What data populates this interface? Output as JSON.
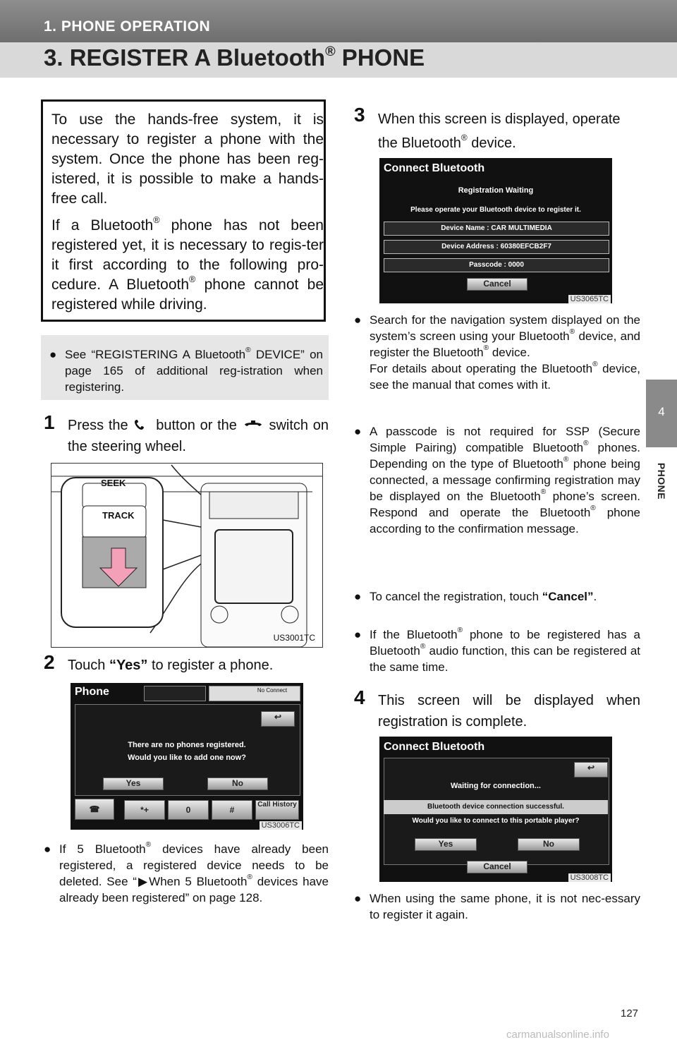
{
  "header": {
    "section": "1. PHONE OPERATION",
    "title_pre": "3. REGISTER A Bluetooth",
    "title_sup": "®",
    "title_post": " PHONE"
  },
  "side_tab": {
    "number": "4",
    "label": "PHONE"
  },
  "intro": {
    "p1": "To use the hands-free system, it is necessary to register a phone with the system. Once the phone has been reg-istered, it is possible to make a hands-free call.",
    "p2a": "If a Bluetooth",
    "p2b": " phone has not been registered yet, it is necessary to regis-ter it first according to the following pro-cedure. A Bluetooth",
    "p2c": " phone cannot be registered while driving.",
    "reg": "®"
  },
  "note": {
    "a": "See “REGISTERING A Bluetooth",
    "b": " DEVICE” on page 165 of additional reg-istration when registering."
  },
  "step1": {
    "num": "1",
    "a": "Press the",
    "b": "button or the",
    "c": "switch on the steering wheel."
  },
  "step1_image": {
    "code": "US3001TC",
    "seek": "SEEK",
    "track": "TRACK"
  },
  "step2": {
    "num": "2",
    "a": "Touch ",
    "bold": "“Yes”",
    "b": " to register a phone."
  },
  "step2_image": {
    "code": "US3006TC",
    "title": "Phone",
    "no_connect": "No Connect",
    "msg1": "There are no phones registered.",
    "msg2": "Would you like to add one now?",
    "yes": "Yes",
    "no": "No",
    "keys": [
      "*+",
      "0",
      "#"
    ],
    "call_history": "Call History"
  },
  "bullet_left": {
    "a": "If 5 Bluetooth",
    "b": " devices have already been registered, a registered device needs to be deleted. See “",
    "arrow": "▶",
    "c": "When 5 Bluetooth",
    "d": " devices have already been registered” on page 128."
  },
  "step3": {
    "num": "3",
    "a": "When this screen is displayed, operate the Bluetooth",
    "b": " device."
  },
  "step3_image": {
    "code": "US3065TC",
    "title": "Connect Bluetooth",
    "status": "Registration Waiting",
    "instr": "Please operate your Bluetooth device to register it.",
    "device_name": "Device Name : CAR MULTIMEDIA",
    "device_address": "Device Address : 60380EFCB2F7",
    "passcode": "Passcode : 0000",
    "cancel": "Cancel"
  },
  "bullets_right": [
    {
      "a": "Search for the navigation system displayed on the system’s screen using your Bluetooth",
      "b": " device, and register the Bluetooth",
      "c": " device.",
      "d": "For details about operating the Bluetooth",
      "e": " device, see the manual that comes with it."
    },
    {
      "a": "A passcode is not required for SSP (Secure Simple Pairing) compatible Bluetooth",
      "b": " phones. Depending on the type of Bluetooth",
      "c": " phone being connected, a message confirming registration may be displayed on the Bluetooth",
      "d": " phone’s screen. Respond and operate the Bluetooth",
      "e": " phone according to the confirmation message."
    },
    {
      "a": "To cancel the registration, touch ",
      "bold": "“Cancel”",
      "b": "."
    },
    {
      "a": "If the Bluetooth",
      "b": " phone to be registered has a Bluetooth",
      "c": " audio function, this can be registered at the same time."
    }
  ],
  "step4": {
    "num": "4",
    "text": "This screen will be displayed when registration is complete."
  },
  "step4_image": {
    "code": "US3008TC",
    "title": "Connect Bluetooth",
    "waiting": "Waiting for connection...",
    "success": "Bluetooth device connection successful.",
    "question": "Would you like to connect to this portable player?",
    "yes": "Yes",
    "no": "No",
    "cancel": "Cancel"
  },
  "bullet_last": "When using the same phone, it is not nec-essary to register it again.",
  "page_number": "127",
  "watermark": "carmanualsonline.info"
}
